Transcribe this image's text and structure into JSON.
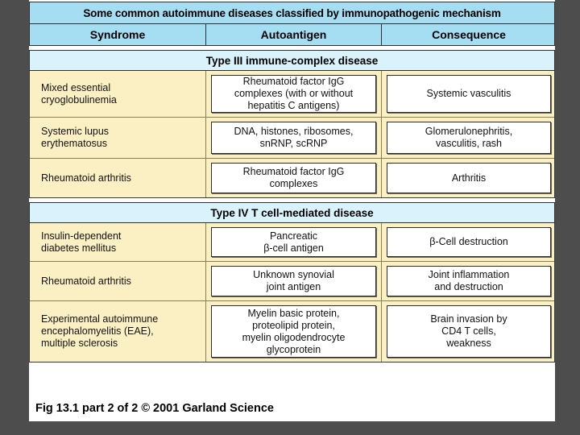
{
  "figure": {
    "title": "Some common autoimmune diseases classified by immunopathogenic mechanism",
    "columns": [
      {
        "label": "Syndrome"
      },
      {
        "label": "Autoantigen"
      },
      {
        "label": "Consequence"
      }
    ],
    "sections": [
      {
        "band_label": "Type III immune-complex disease",
        "rows": [
          {
            "syndrome": "Mixed essential\ncryoglobulinemia",
            "autoantigen": "Rheumatoid factor IgG\ncomplexes (with or without\nhepatitis C antigens)",
            "consequence": "Systemic vasculitis"
          },
          {
            "syndrome": "Systemic lupus\nerythematosus",
            "autoantigen": "DNA, histones, ribosomes,\nsnRNP, scRNP",
            "consequence": "Glomerulonephritis,\nvasculitis, rash"
          },
          {
            "syndrome": "Rheumatoid arthritis",
            "autoantigen": "Rheumatoid factor IgG\ncomplexes",
            "consequence": "Arthritis"
          }
        ]
      },
      {
        "band_label": "Type IV T cell-mediated disease",
        "rows": [
          {
            "syndrome": "Insulin-dependent\ndiabetes mellitus",
            "autoantigen": "Pancreatic\nβ-cell antigen",
            "consequence": "β-Cell destruction"
          },
          {
            "syndrome": "Rheumatoid arthritis",
            "autoantigen": "Unknown synovial\njoint antigen",
            "consequence": "Joint inflammation\nand destruction"
          },
          {
            "syndrome": "Experimental autoimmune\nencephalomyelitis (EAE),\nmultiple sclerosis",
            "autoantigen": "Myelin basic protein,\nproteolipid protein,\nmyelin  oligodendrocyte\nglycoprotein",
            "consequence": "Brain invasion by\nCD4 T cells,\nweakness"
          }
        ]
      }
    ],
    "caption": "Fig 13.1 part 2 of 2  © 2001 Garland Science",
    "colors": {
      "header_blue": "#a5ddf3",
      "section_blue": "#d9f2fc",
      "row_cream": "#fbf0c4",
      "box_white": "#ffffff",
      "slide_background": "#4d4d4d",
      "text": "#000000"
    }
  }
}
